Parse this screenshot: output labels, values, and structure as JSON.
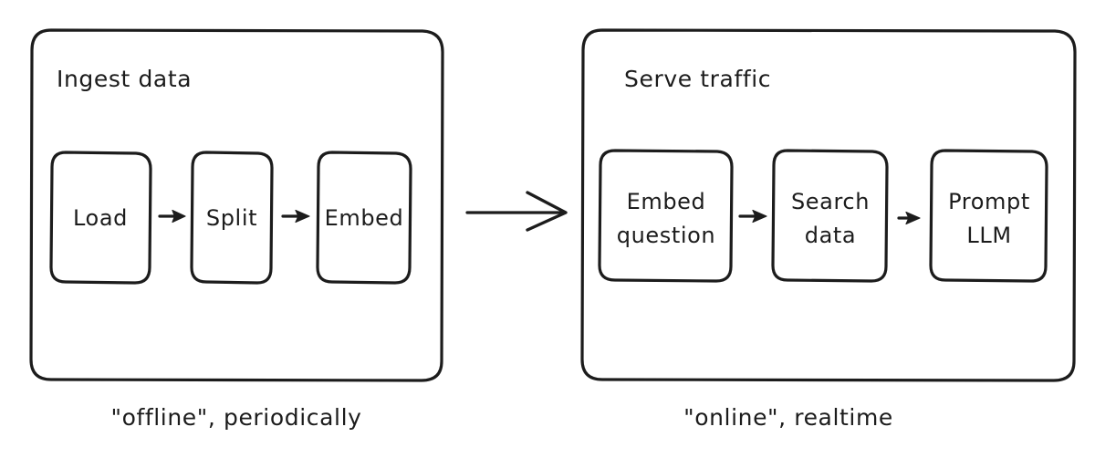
{
  "diagram": {
    "style": {
      "stroke_color": "#1c1c1c",
      "background_color": "#ffffff",
      "text_color": "#1c1c1c"
    },
    "panels": [
      {
        "id": "ingest",
        "title": "Ingest data",
        "caption": "\"offline\", periodically",
        "nodes": [
          {
            "id": "load",
            "label": "Load",
            "lines": [
              "Load"
            ]
          },
          {
            "id": "split",
            "label": "Split",
            "lines": [
              "Split"
            ]
          },
          {
            "id": "embed",
            "label": "Embed",
            "lines": [
              "Embed"
            ]
          }
        ]
      },
      {
        "id": "serve",
        "title": "Serve traffic",
        "caption": "\"online\", realtime",
        "nodes": [
          {
            "id": "embed-question",
            "label": "Embed question",
            "lines": [
              "Embed",
              "question"
            ]
          },
          {
            "id": "search-data",
            "label": "Search data",
            "lines": [
              "Search",
              "data"
            ]
          },
          {
            "id": "prompt-llm",
            "label": "Prompt LLM",
            "lines": [
              "Prompt",
              "LLM"
            ]
          }
        ]
      }
    ],
    "connectors": [
      {
        "id": "load-to-split",
        "from": "load",
        "to": "split",
        "head": "solid"
      },
      {
        "id": "split-to-embed",
        "from": "split",
        "to": "embed",
        "head": "solid"
      },
      {
        "id": "ingest-to-serve",
        "from": "ingest",
        "to": "serve",
        "head": "open"
      },
      {
        "id": "embed-question-to-search-data",
        "from": "embed-question",
        "to": "search-data",
        "head": "solid"
      },
      {
        "id": "search-data-to-prompt-llm",
        "from": "search-data",
        "to": "prompt-llm",
        "head": "solid"
      }
    ]
  }
}
